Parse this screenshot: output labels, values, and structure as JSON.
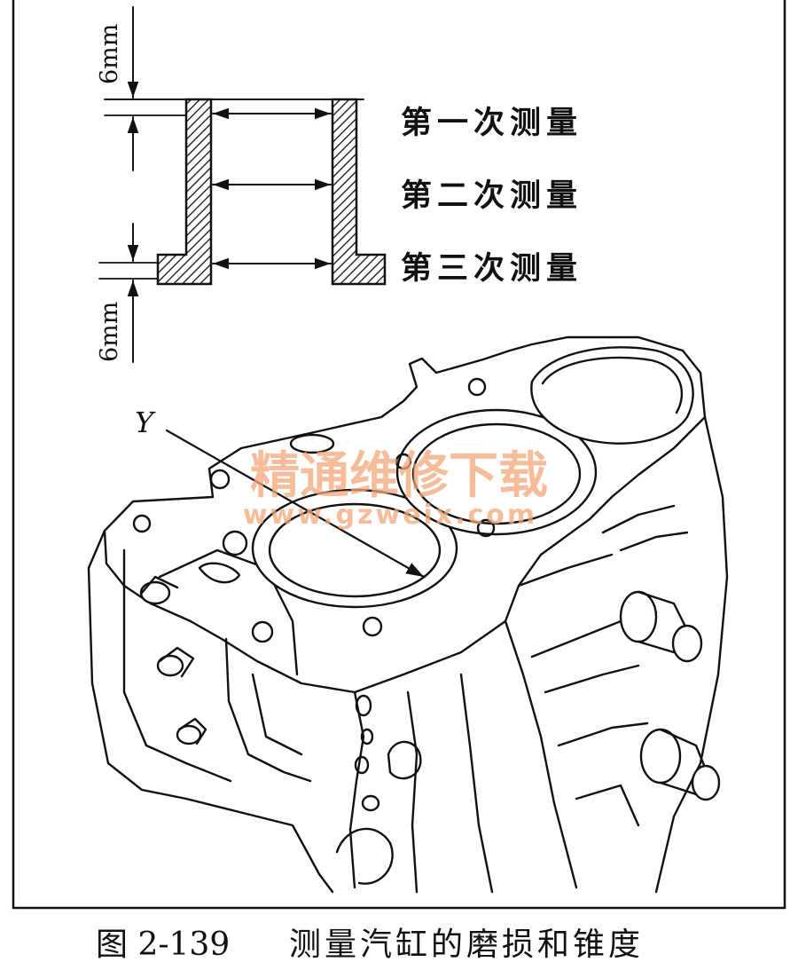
{
  "diagram": {
    "dimension_top": "6mm",
    "dimension_bottom": "6mm",
    "measurement_labels": [
      "第一次测量",
      "第二次测量",
      "第三次测量"
    ],
    "diameter_label": "Y"
  },
  "watermark": {
    "text": "精通维修下载",
    "url": "www.gzweix.com"
  },
  "caption": {
    "figure_number": "图 2-139",
    "title": "测量汽缸的磨损和锥度"
  },
  "colors": {
    "ink": "#111111",
    "watermark": "#f4a77a"
  }
}
